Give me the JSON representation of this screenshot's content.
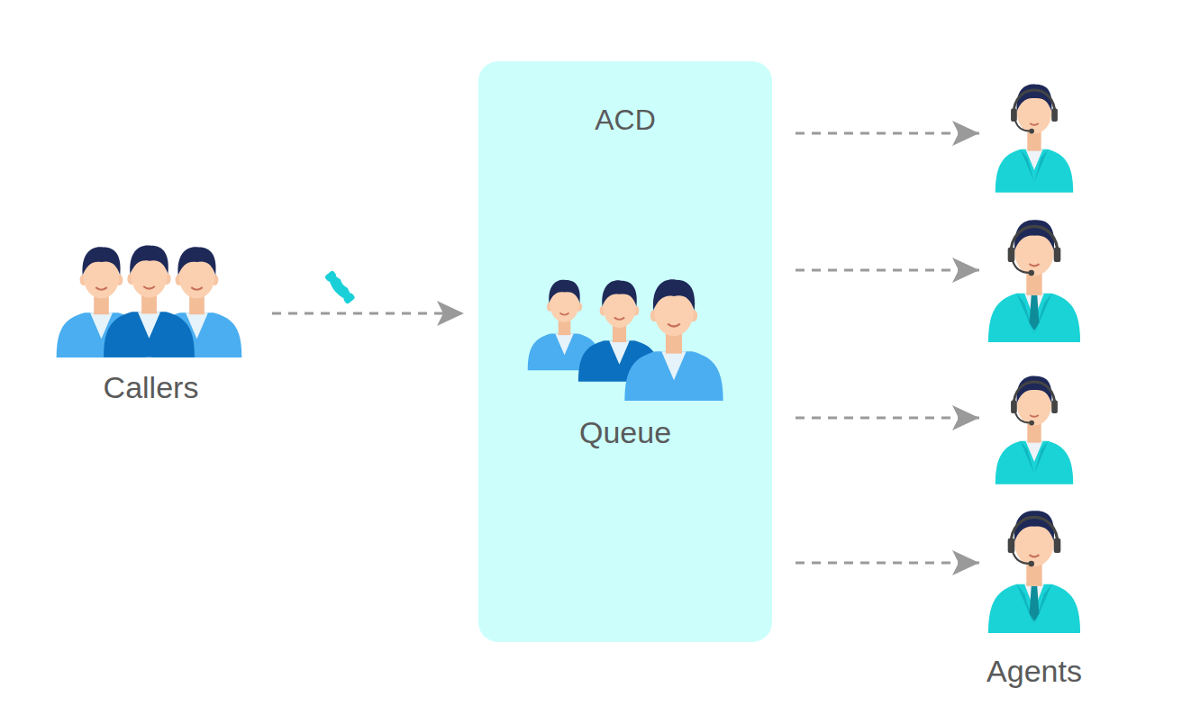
{
  "diagram": {
    "nodes": [
      {
        "text": [
          "Callers"
        ]
      },
      {
        "text": [
          "ACD"
        ]
      },
      {
        "text": [
          "Queue"
        ],
        "in": 1
      },
      {
        "text": [
          "Agents"
        ]
      }
    ],
    "edges": [
      {
        "from": 0,
        "to": 1,
        "arrow": "to"
      },
      {
        "from": 1,
        "to": 3,
        "arrow": "to"
      },
      {
        "from": 1,
        "to": 3,
        "arrow": "to"
      },
      {
        "from": 1,
        "to": 3,
        "arrow": "to"
      },
      {
        "from": 1,
        "to": 3,
        "arrow": "to"
      }
    ]
  }
}
